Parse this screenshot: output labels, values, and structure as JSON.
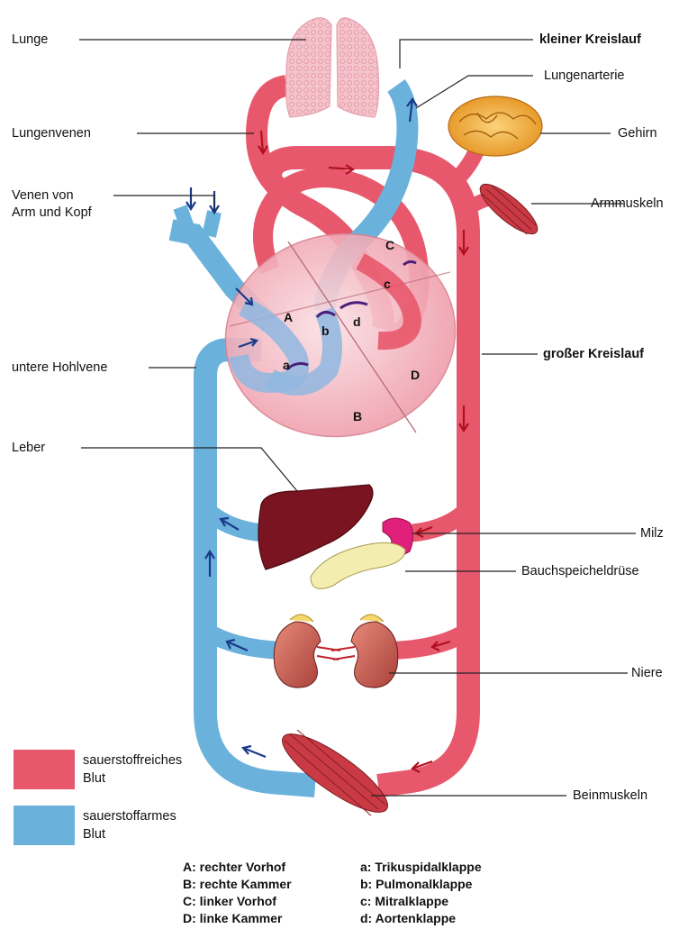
{
  "colors": {
    "oxygen_rich": "#e8586c",
    "oxygen_poor": "#6ab2dc",
    "heart_fill": "#f2b6bf",
    "liver": "#7a1420",
    "spleen": "#e0207a",
    "pancreas": "#f3eeb0",
    "arrow_blue": "#1a3a8a",
    "arrow_red": "#b01020"
  },
  "labels": {
    "lunge": "Lunge",
    "kleiner_kreislauf": "kleiner Kreislauf",
    "lungenarterie": "Lungenarterie",
    "lungenvenen": "Lungenvenen",
    "gehirn": "Gehirn",
    "venen_line1": "Venen von",
    "venen_line2": "Arm und Kopf",
    "armmuskeln": "Armmuskeln",
    "untere_hohlvene": "untere Hohlvene",
    "grosser_kreislauf": "großer Kreislauf",
    "leber": "Leber",
    "milz": "Milz",
    "bauchspeicheldruese": "Bauchspeicheldrüse",
    "niere": "Niere",
    "beinmuskeln": "Beinmuskeln"
  },
  "heart_letters": {
    "A": "A",
    "B": "B",
    "C": "C",
    "D": "D",
    "a": "a",
    "b": "b",
    "c": "c",
    "d": "d"
  },
  "legend": {
    "rich_line1": "sauerstoffreiches",
    "rich_line2": "Blut",
    "poor_line1": "sauerstoffarmes",
    "poor_line2": "Blut"
  },
  "key_left": [
    "A: rechter Vorhof",
    "B: rechte Kammer",
    "C: linker Vorhof",
    "D: linke Kammer"
  ],
  "key_right": [
    "a: Trikuspidalklappe",
    "b: Pulmonalklappe",
    "c: Mitralklappe",
    "d: Aortenklappe"
  ]
}
